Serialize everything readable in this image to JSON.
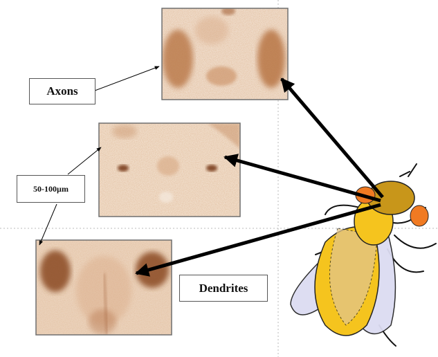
{
  "labels": {
    "axons": "Axons",
    "scale": "50-100µm",
    "dendrites": "Dendrites"
  },
  "colors": {
    "stain_dark": "#8a4a22",
    "stain_mid": "#c58a5e",
    "stain_light": "#ead2bd",
    "fly_head": "#c8961a",
    "fly_eye": "#f07a22",
    "fly_thorax": "#f5c41e",
    "fly_wing": "#dcdcf2"
  },
  "icons": {
    "fly": "drosophila-fly-icon",
    "micrographs": [
      "brain-section-axons",
      "brain-section-middle",
      "brain-section-dendrites"
    ]
  }
}
